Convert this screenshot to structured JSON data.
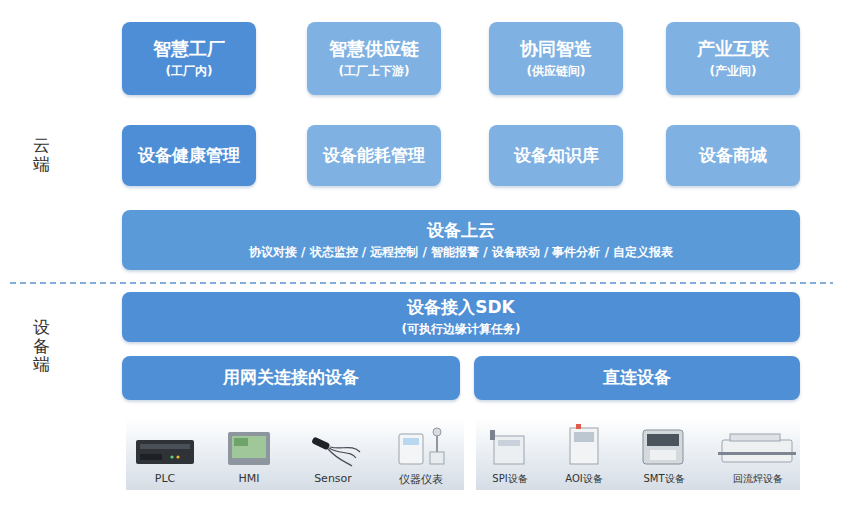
{
  "diagram": {
    "nodes": [
      {
        "text": [
          "智慧工厂",
          "(工厂内)"
        ]
      },
      {
        "text": [
          "智慧供应链",
          "(工厂上下游)"
        ]
      },
      {
        "text": [
          "协同智造",
          "(供应链间)"
        ]
      },
      {
        "text": [
          "产业互联",
          "(产业间)"
        ]
      },
      {
        "text": [
          "设备健康管理"
        ]
      },
      {
        "text": [
          "设备能耗管理"
        ]
      },
      {
        "text": [
          "设备知识库"
        ]
      },
      {
        "text": [
          "设备商城"
        ]
      },
      {
        "text": [
          "设备上云",
          "协议对接 / 状态监控 / 远程控制 / 智能报警 / 设备联动 / 事件分析 / 自定义报表"
        ]
      },
      {
        "text": [
          "设备接入SDK",
          "(可执行边缘计算任务)"
        ]
      },
      {
        "text": [
          "用网关连接的设备"
        ]
      },
      {
        "text": [
          "直连设备"
        ]
      }
    ],
    "labels": [
      "云端",
      "设备端",
      "PLC",
      "HMI",
      "Sensor",
      "仪器仪表",
      "SPI设备",
      "AOI设备",
      "SMT设备",
      "回流焊设备"
    ]
  }
}
